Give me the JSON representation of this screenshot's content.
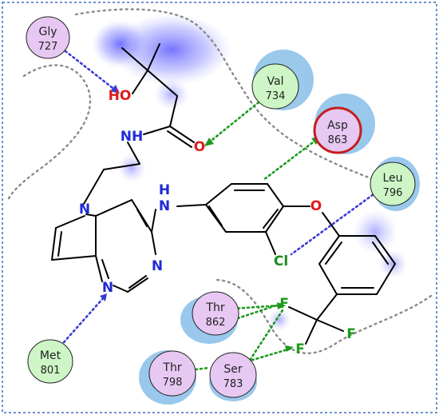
{
  "colors": {
    "frame": "#3b6fbf",
    "bond": "#000000",
    "nitrogen": "#1f2bd6",
    "oxygen": "#e01b1b",
    "chlorine": "#1c8a1c",
    "fluorine": "#1c9a1c",
    "hbond_blue": "#3a3ad8",
    "hbond_green": "#1c9a1c",
    "halogen_blue": "#3a3ad8",
    "pocket_line": "#8a8a8a",
    "residue_green_fill": "#cdf5c6",
    "residue_purple_fill": "#e6c8f2",
    "residue_ring_red": "#c41e1e",
    "exposure_light_blue": "#8fc3ea",
    "exposure_violet": "#7575ff"
  },
  "atoms": {
    "ho": "HO",
    "o_amide": "O",
    "nh": "NH",
    "n_pyrrole": "N",
    "n_amine_h": "H",
    "n_amine": "N",
    "n_pyr_top": "N",
    "n_pyr_bot": "N",
    "o_ether": "O",
    "cl": "Cl",
    "f1": "F",
    "f2": "F",
    "f3": "F"
  },
  "residues": [
    {
      "name": "Gly",
      "num": "727",
      "type": "purple"
    },
    {
      "name": "Val",
      "num": "734",
      "type": "green"
    },
    {
      "name": "Asp",
      "num": "863",
      "type": "purple",
      "ring": "red"
    },
    {
      "name": "Leu",
      "num": "796",
      "type": "green"
    },
    {
      "name": "Thr",
      "num": "862",
      "type": "purple"
    },
    {
      "name": "Met",
      "num": "801",
      "type": "green"
    },
    {
      "name": "Thr",
      "num": "798",
      "type": "purple"
    },
    {
      "name": "Ser",
      "num": "783",
      "type": "purple"
    }
  ]
}
